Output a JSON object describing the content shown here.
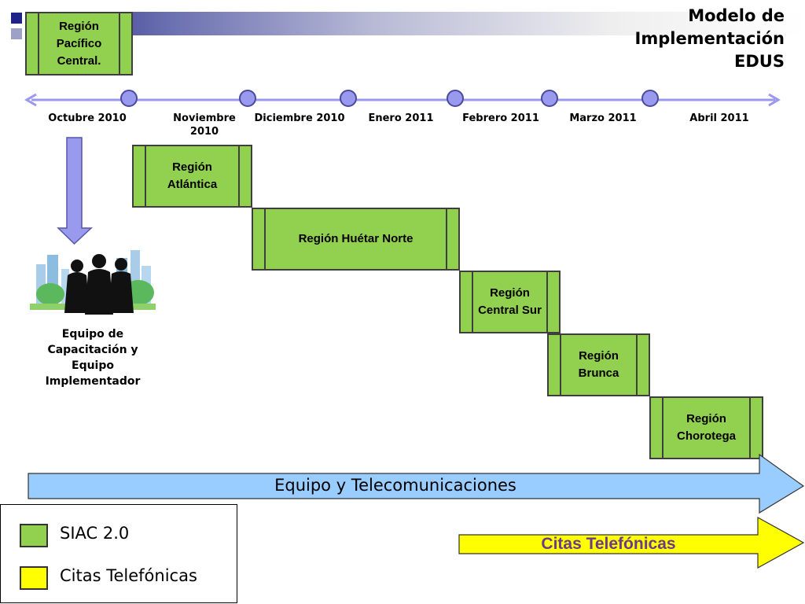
{
  "title": "Modelo de\nImplementación\nEDUS",
  "timeline": {
    "months": [
      "Octubre 2010",
      "Noviembre 2010",
      "Diciembre 2010",
      "Enero 2011",
      "Febrero 2011",
      "Marzo 2011",
      "Abril 2011"
    ]
  },
  "regions": {
    "pacifico": "Región Pacífico Central.",
    "atlantica": "Región Atlántica",
    "huetar": "Región Huétar Norte",
    "central_sur": "Región Central Sur",
    "brunca": "Región Brunca",
    "chorotega": "Región Chorotega"
  },
  "team_label": "Equipo de Capacitación y Equipo Implementador",
  "bars": {
    "equipo": "Equipo y Telecomunicaciones",
    "citas": "Citas Telefónicas"
  },
  "legend": {
    "siac": "SIAC 2.0",
    "citas": "Citas Telefónicas"
  },
  "colors": {
    "region_green": "#92d050",
    "equipo_blue": "#99ccff",
    "citas_yellow": "#ffff00",
    "timeline": "#9999ee"
  }
}
